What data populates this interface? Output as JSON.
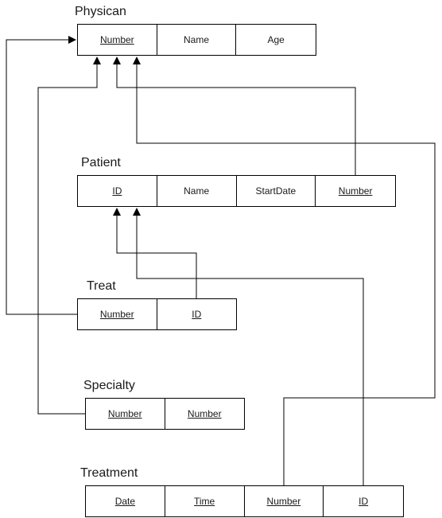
{
  "tables": {
    "physician": {
      "name": "Physican",
      "columns": [
        {
          "label": "Number",
          "key": true
        },
        {
          "label": "Name",
          "key": false
        },
        {
          "label": "Age",
          "key": false
        }
      ]
    },
    "patient": {
      "name": "Patient",
      "columns": [
        {
          "label": "ID",
          "key": true
        },
        {
          "label": "Name",
          "key": false
        },
        {
          "label": "StartDate",
          "key": false
        },
        {
          "label": "Number",
          "key": true
        }
      ]
    },
    "treat": {
      "name": "Treat",
      "columns": [
        {
          "label": "Number",
          "key": true
        },
        {
          "label": "ID",
          "key": true
        }
      ]
    },
    "specialty": {
      "name": "Specialty",
      "columns": [
        {
          "label": "Number",
          "key": true
        },
        {
          "label": "Number",
          "key": true
        }
      ]
    },
    "treatment": {
      "name": "Treatment",
      "columns": [
        {
          "label": "Date",
          "key": true
        },
        {
          "label": "Time",
          "key": true
        },
        {
          "label": "Number",
          "key": true
        },
        {
          "label": "ID",
          "key": true
        }
      ]
    }
  },
  "relationships": [
    {
      "from": "patient.Number",
      "to": "physician.Number"
    },
    {
      "from": "treat.Number",
      "to": "physician.Number"
    },
    {
      "from": "treat.ID",
      "to": "patient.ID"
    },
    {
      "from": "specialty.Number",
      "to": "physician.Number"
    },
    {
      "from": "treatment.Number",
      "to": "physician.Number"
    },
    {
      "from": "treatment.ID",
      "to": "patient.ID"
    }
  ]
}
